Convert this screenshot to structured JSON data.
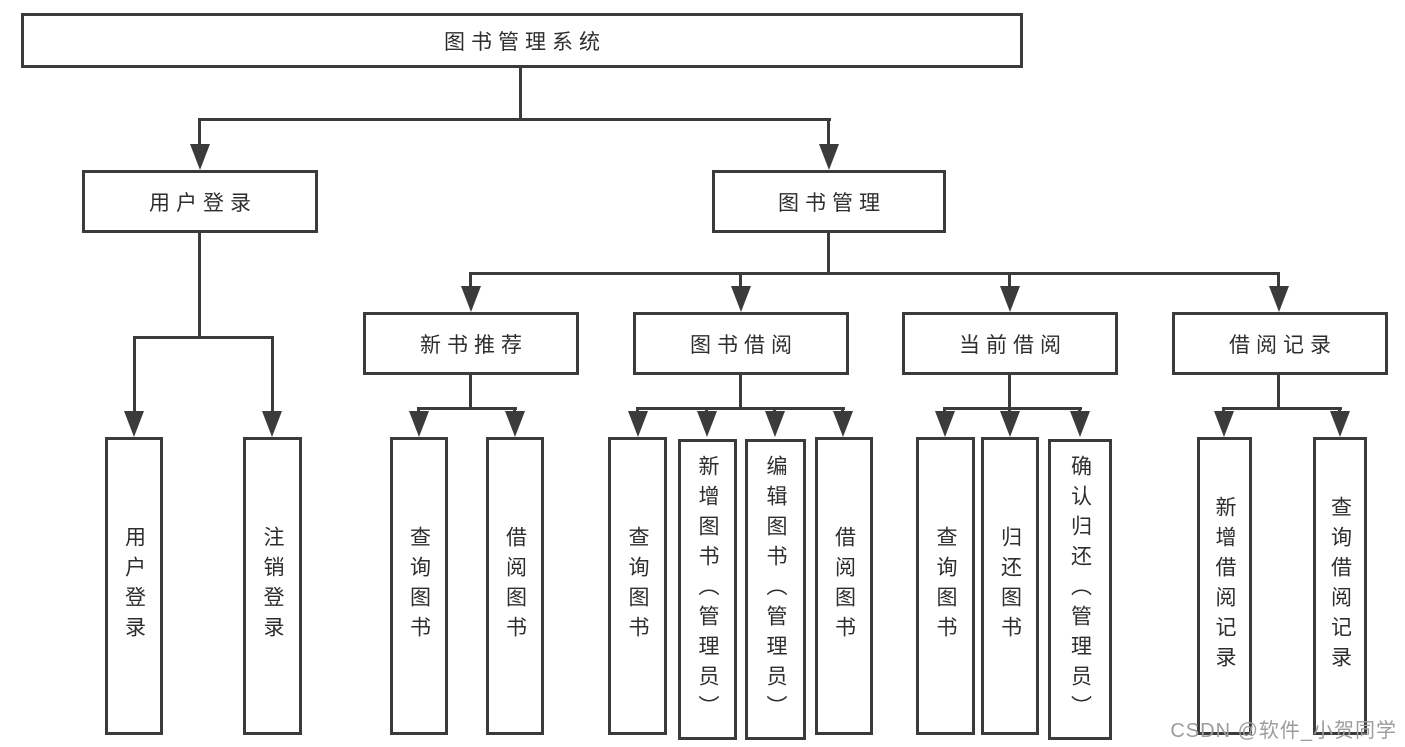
{
  "colors": {
    "line": "#3b3b3b",
    "text": "#2e2e2e",
    "watermark": "#9c9c9c",
    "background": "#ffffff"
  },
  "watermark": {
    "text": "CSDN @软件_小贺同学"
  },
  "tree": {
    "label": "图书管理系统",
    "children": [
      {
        "label": "用户登录",
        "children": [
          {
            "label": "用户登录"
          },
          {
            "label": "注销登录"
          }
        ]
      },
      {
        "label": "图书管理",
        "children": [
          {
            "label": "新书推荐",
            "children": [
              {
                "label": "查询图书"
              },
              {
                "label": "借阅图书"
              }
            ]
          },
          {
            "label": "图书借阅",
            "children": [
              {
                "label": "查询图书"
              },
              {
                "label": "新增图书（管理员）"
              },
              {
                "label": "编辑图书（管理员）"
              },
              {
                "label": "借阅图书"
              }
            ]
          },
          {
            "label": "当前借阅",
            "children": [
              {
                "label": "查询图书"
              },
              {
                "label": "归还图书"
              },
              {
                "label": "确认归还（管理员）"
              }
            ]
          },
          {
            "label": "借阅记录",
            "children": [
              {
                "label": "新增借阅记录"
              },
              {
                "label": "查询借阅记录"
              }
            ]
          }
        ]
      }
    ]
  }
}
